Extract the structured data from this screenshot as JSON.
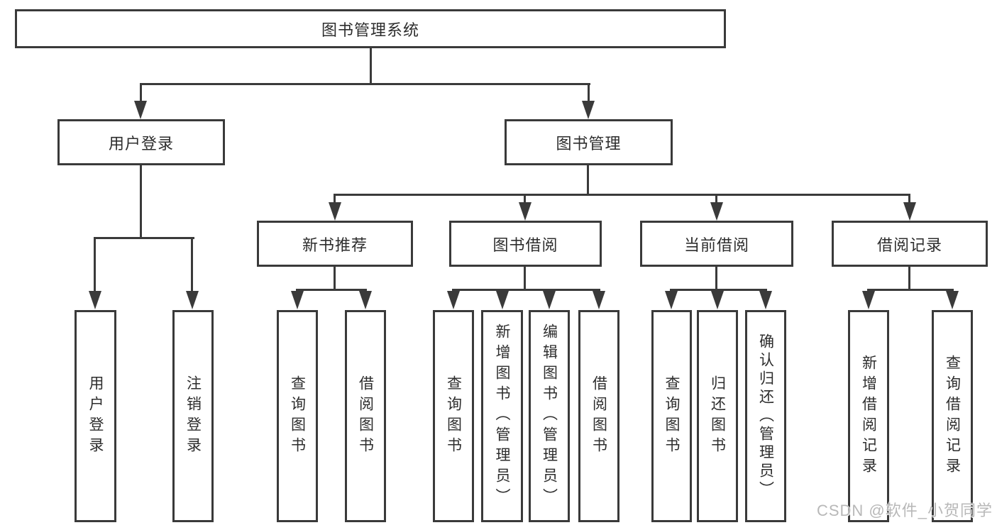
{
  "diagram": {
    "root": "图书管理系统",
    "level2": {
      "user_login": "用户登录",
      "book_mgmt": "图书管理"
    },
    "level3": {
      "new_books": "新书推荐",
      "book_borrow": "图书借阅",
      "current_borrow": "当前借阅",
      "borrow_records": "借阅记录"
    },
    "leaves": {
      "user_login": [
        "用户登录",
        "注销登录"
      ],
      "new_books": [
        "查询图书",
        "借阅图书"
      ],
      "book_borrow": [
        "查询图书",
        "新增图书（管理员）",
        "编辑图书（管理员）",
        "借阅图书"
      ],
      "current_borrow": [
        "查询图书",
        "归还图书",
        "确认归还（管理员）"
      ],
      "borrow_records": [
        "新增借阅记录",
        "查询借阅记录"
      ]
    }
  },
  "watermark": "CSDN @软件_小贺同学",
  "colors": {
    "line": "#3a3a3a",
    "text": "#2d2d2d",
    "background": "#ffffff",
    "box_fill": "#ffffff",
    "watermark": "#b8b8b8"
  }
}
